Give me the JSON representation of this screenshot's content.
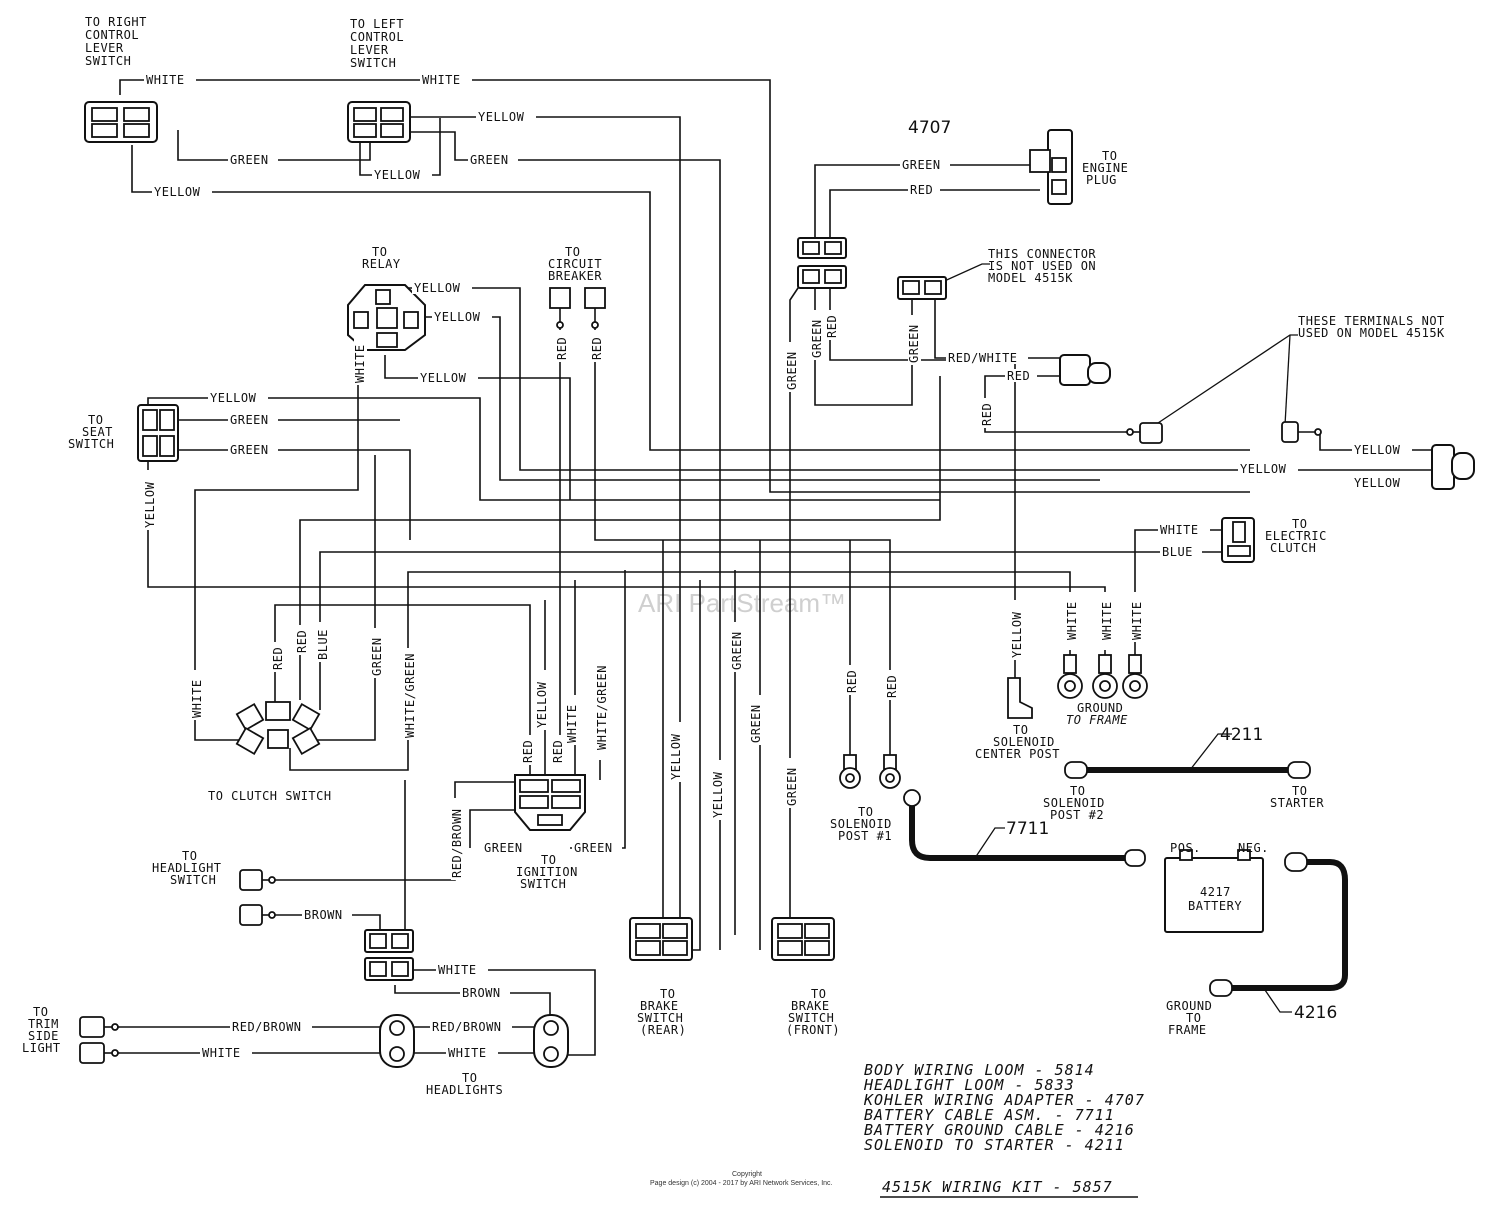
{
  "watermark": "ARI PartStream™",
  "copyright": {
    "line1": "Copyright",
    "line2": "Page design (c) 2004 - 2017 by ARI Network Services, Inc."
  },
  "title": "4515K WIRING KIT - 5857",
  "legend": [
    "BODY WIRING LOOM - 5814",
    "HEADLIGHT LOOM - 5833",
    "KOHLER WIRING ADAPTER - 4707",
    "BATTERY CABLE ASM. - 7711",
    "BATTERY GROUND CABLE - 4216",
    "SOLENOID TO STARTER - 4211"
  ],
  "parts": {
    "p4707": "4707",
    "p4211": "4211",
    "p7711": "7711",
    "p4216": "4216",
    "battery_model": "4217",
    "battery_word": "BATTERY",
    "pos": "POS.",
    "neg": "NEG."
  },
  "notes": {
    "connector_unused": [
      "THIS CONNECTOR",
      "IS NOT USED ON",
      "MODEL 4515K"
    ],
    "terminals_unused": [
      "THESE TERMINALS NOT",
      "USED ON MODEL 4515K"
    ]
  },
  "components": {
    "right_lever": [
      "TO RIGHT",
      "CONTROL",
      "LEVER",
      "SWITCH"
    ],
    "left_lever": [
      "TO LEFT",
      "CONTROL",
      "LEVER",
      "SWITCH"
    ],
    "engine_plug": [
      "TO",
      "ENGINE",
      "PLUG"
    ],
    "relay": [
      "TO",
      "RELAY"
    ],
    "circuit_breaker": [
      "TO",
      "CIRCUIT",
      "BREAKER"
    ],
    "seat_switch": [
      "TO",
      "SEAT",
      "SWITCH"
    ],
    "electric_clutch": [
      "TO",
      "ELECTRIC",
      "CLUTCH"
    ],
    "clutch_switch": "TO CLUTCH SWITCH",
    "ignition_switch": [
      "TO",
      "IGNITION",
      "SWITCH"
    ],
    "solenoid_center": [
      "TO",
      "SOLENOID",
      "CENTER POST"
    ],
    "ground_frame": [
      "GROUND",
      "TO FRAME"
    ],
    "solenoid_post1": [
      "TO",
      "SOLENOID",
      "POST #1"
    ],
    "solenoid_post2": [
      "TO",
      "SOLENOID",
      "POST #2"
    ],
    "starter": [
      "TO",
      "STARTER"
    ],
    "battery_ground": [
      "GROUND",
      "TO",
      "FRAME"
    ],
    "headlight_switch": [
      "TO",
      "HEADLIGHT",
      "SWITCH"
    ],
    "trim_light": [
      "TO",
      "TRIM",
      "SIDE",
      "LIGHT"
    ],
    "headlights": [
      "TO",
      "HEADLIGHTS"
    ],
    "brake_rear": [
      "TO",
      "BRAKE",
      "SWITCH",
      "(REAR)"
    ],
    "brake_front": [
      "TO",
      "BRAKE",
      "SWITCH",
      "(FRONT)"
    ]
  },
  "colors": {
    "white": "WHITE",
    "yellow": "YELLOW",
    "green": "GREEN",
    "red": "RED",
    "blue": "BLUE",
    "brown": "BROWN",
    "red_white": "RED/WHITE",
    "red_brown": "RED/BROWN",
    "white_green": "WHITE/GREEN"
  }
}
